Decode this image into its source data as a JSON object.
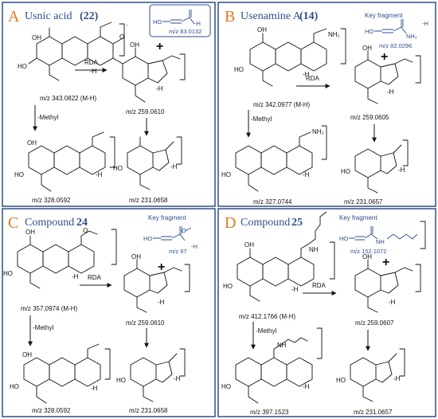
{
  "panels": [
    {
      "letter": "A",
      "title": "Usnic acid",
      "number": "(22)",
      "fragment_label": "",
      "fragment_mz": "m/z 83.0132",
      "parent_mz": "m/z 343.0822 (M-H)",
      "rda_label": "RDA",
      "rda_mz": "m/z 259.0610",
      "methyl_label": "-Methyl",
      "methyl_mz": "m/z 328.0592",
      "final_mz": "m/z 231.0658"
    },
    {
      "letter": "B",
      "title": "Usenamine A",
      "number": "(14)",
      "fragment_label": "Key fragment",
      "fragment_mz": "m/z 82.0296",
      "parent_mz": "m/z 342.0977 (M-H)",
      "rda_label": "RDA",
      "rda_mz": "m/z 259.0605",
      "methyl_label": "-Methyl",
      "methyl_mz": "m/z 327.0744",
      "final_mz": "m/z 231.0657"
    },
    {
      "letter": "C",
      "title": "Compound",
      "number": "24",
      "fragment_label": "Key fragment",
      "fragment_mz": "m/z 97",
      "parent_mz": "m/z 357.0974 (M-H)",
      "rda_label": "RDA",
      "rda_mz": "m/z 259.0610",
      "methyl_label": "-Methyl",
      "methyl_mz": "m/z 328.0592",
      "final_mz": "m/z 231.0658"
    },
    {
      "letter": "D",
      "title": "Compound",
      "number": "25",
      "fragment_label": "Key fragment",
      "fragment_mz": "m/z 152.1072",
      "parent_mz": "m/z 412.1766 (M-H)",
      "rda_label": "RDA",
      "rda_mz": "m/z 259.0607",
      "methyl_label": "-Methyl",
      "methyl_mz": "m/z 397.1523",
      "final_mz": "m/z 231.0657"
    }
  ],
  "atoms": {
    "oh": "OH",
    "ho": "HO",
    "o": "O",
    "h": "-H",
    "nh2": "NH₂",
    "nh": "NH",
    "plus": "+",
    "charge": "-"
  },
  "colors": {
    "border": "#2e4d8f",
    "panel_letter": "#e07a1f",
    "panel_title": "#2e4d8f"
  }
}
